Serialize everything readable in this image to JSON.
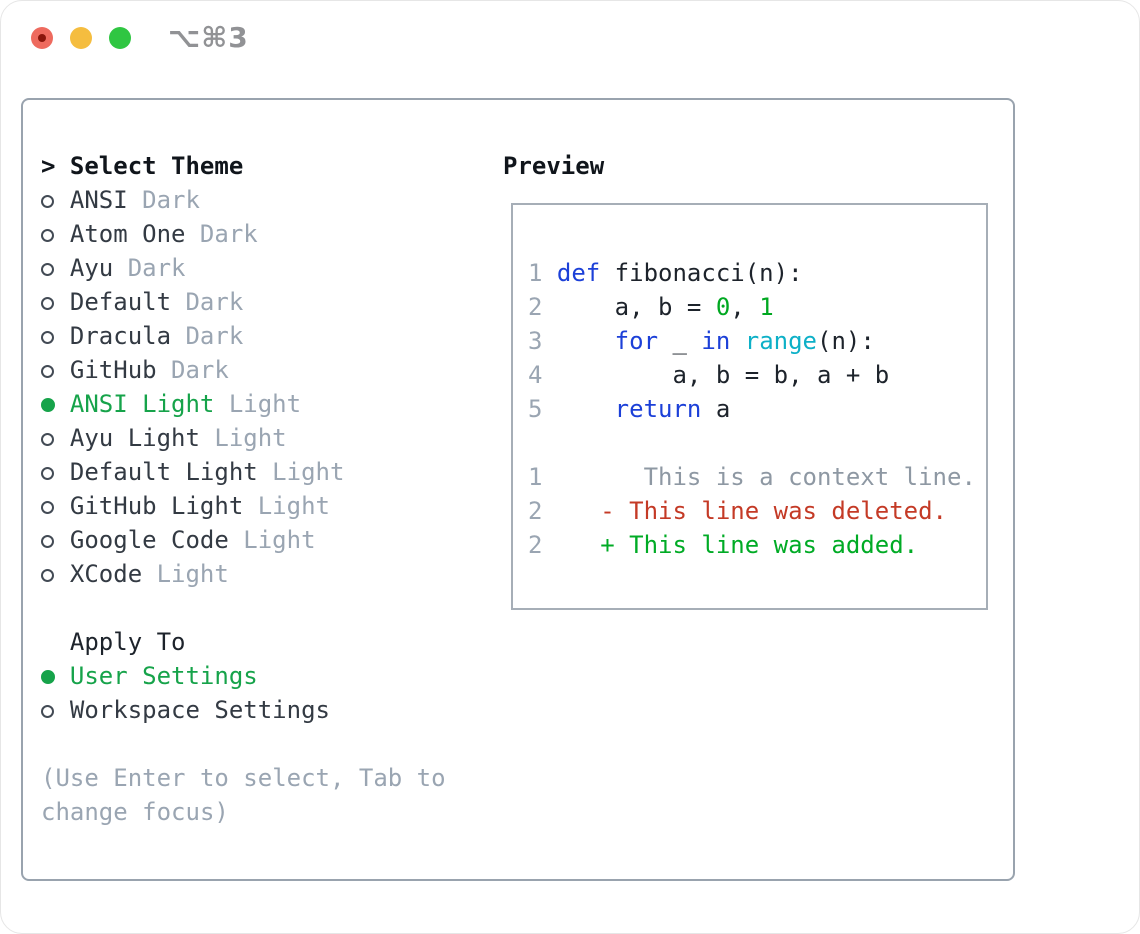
{
  "window": {
    "shortcut": "⌥⌘3"
  },
  "theme_picker": {
    "prompt": ">",
    "title": "Select Theme",
    "items": [
      {
        "name": "ANSI",
        "tag": "Dark",
        "selected": false
      },
      {
        "name": "Atom One",
        "tag": "Dark",
        "selected": false
      },
      {
        "name": "Ayu",
        "tag": "Dark",
        "selected": false
      },
      {
        "name": "Default",
        "tag": "Dark",
        "selected": false
      },
      {
        "name": "Dracula",
        "tag": "Dark",
        "selected": false
      },
      {
        "name": "GitHub",
        "tag": "Dark",
        "selected": false
      },
      {
        "name": "ANSI Light",
        "tag": "Light",
        "selected": true
      },
      {
        "name": "Ayu Light",
        "tag": "Light",
        "selected": false
      },
      {
        "name": "Default Light",
        "tag": "Light",
        "selected": false
      },
      {
        "name": "GitHub Light",
        "tag": "Light",
        "selected": false
      },
      {
        "name": "Google Code",
        "tag": "Light",
        "selected": false
      },
      {
        "name": "XCode",
        "tag": "Light",
        "selected": false
      }
    ]
  },
  "apply_to": {
    "title": "Apply To",
    "options": [
      {
        "label": "User Settings",
        "selected": true
      },
      {
        "label": "Workspace Settings",
        "selected": false
      }
    ]
  },
  "help_text": "(Use Enter to select, Tab to change focus)",
  "preview": {
    "title": "Preview",
    "code_lines": [
      {
        "num": "1",
        "segments": [
          {
            "c": "keyword",
            "t": "def"
          },
          {
            "c": "text",
            "t": " fibonacci(n):"
          }
        ]
      },
      {
        "num": "2",
        "segments": [
          {
            "c": "text",
            "t": "    a, b = "
          },
          {
            "c": "number",
            "t": "0"
          },
          {
            "c": "text",
            "t": ", "
          },
          {
            "c": "number",
            "t": "1"
          }
        ]
      },
      {
        "num": "3",
        "segments": [
          {
            "c": "text",
            "t": "    "
          },
          {
            "c": "keyword",
            "t": "for"
          },
          {
            "c": "text",
            "t": " _ "
          },
          {
            "c": "keyword",
            "t": "in"
          },
          {
            "c": "text",
            "t": " "
          },
          {
            "c": "builtin",
            "t": "range"
          },
          {
            "c": "text",
            "t": "(n):"
          }
        ]
      },
      {
        "num": "4",
        "segments": [
          {
            "c": "text",
            "t": "        a, b = b, a + b"
          }
        ]
      },
      {
        "num": "5",
        "segments": [
          {
            "c": "text",
            "t": "    "
          },
          {
            "c": "keyword",
            "t": "return"
          },
          {
            "c": "text",
            "t": " a"
          }
        ]
      }
    ],
    "diff_lines": [
      {
        "num": "1",
        "segments": [
          {
            "c": "context",
            "t": "      This is a context line."
          }
        ]
      },
      {
        "num": "2",
        "segments": [
          {
            "c": "deleted",
            "t": "   - This line was deleted."
          }
        ]
      },
      {
        "num": "2",
        "segments": [
          {
            "c": "added",
            "t": "   + This line was added."
          }
        ]
      }
    ]
  },
  "colors": {
    "accent_green": "#16a34a",
    "keyword_blue": "#1c40d8",
    "builtin_cyan": "#0db0c7",
    "number_green": "#00a821",
    "diff_red": "#c43a26",
    "diff_added_green": "#00ab25",
    "muted_gray": "#9aa5b2",
    "panel_border": "#99a3ae",
    "traffic_red": "#ee6a5e",
    "traffic_yellow": "#f5bd3f",
    "traffic_green": "#2fc642"
  }
}
